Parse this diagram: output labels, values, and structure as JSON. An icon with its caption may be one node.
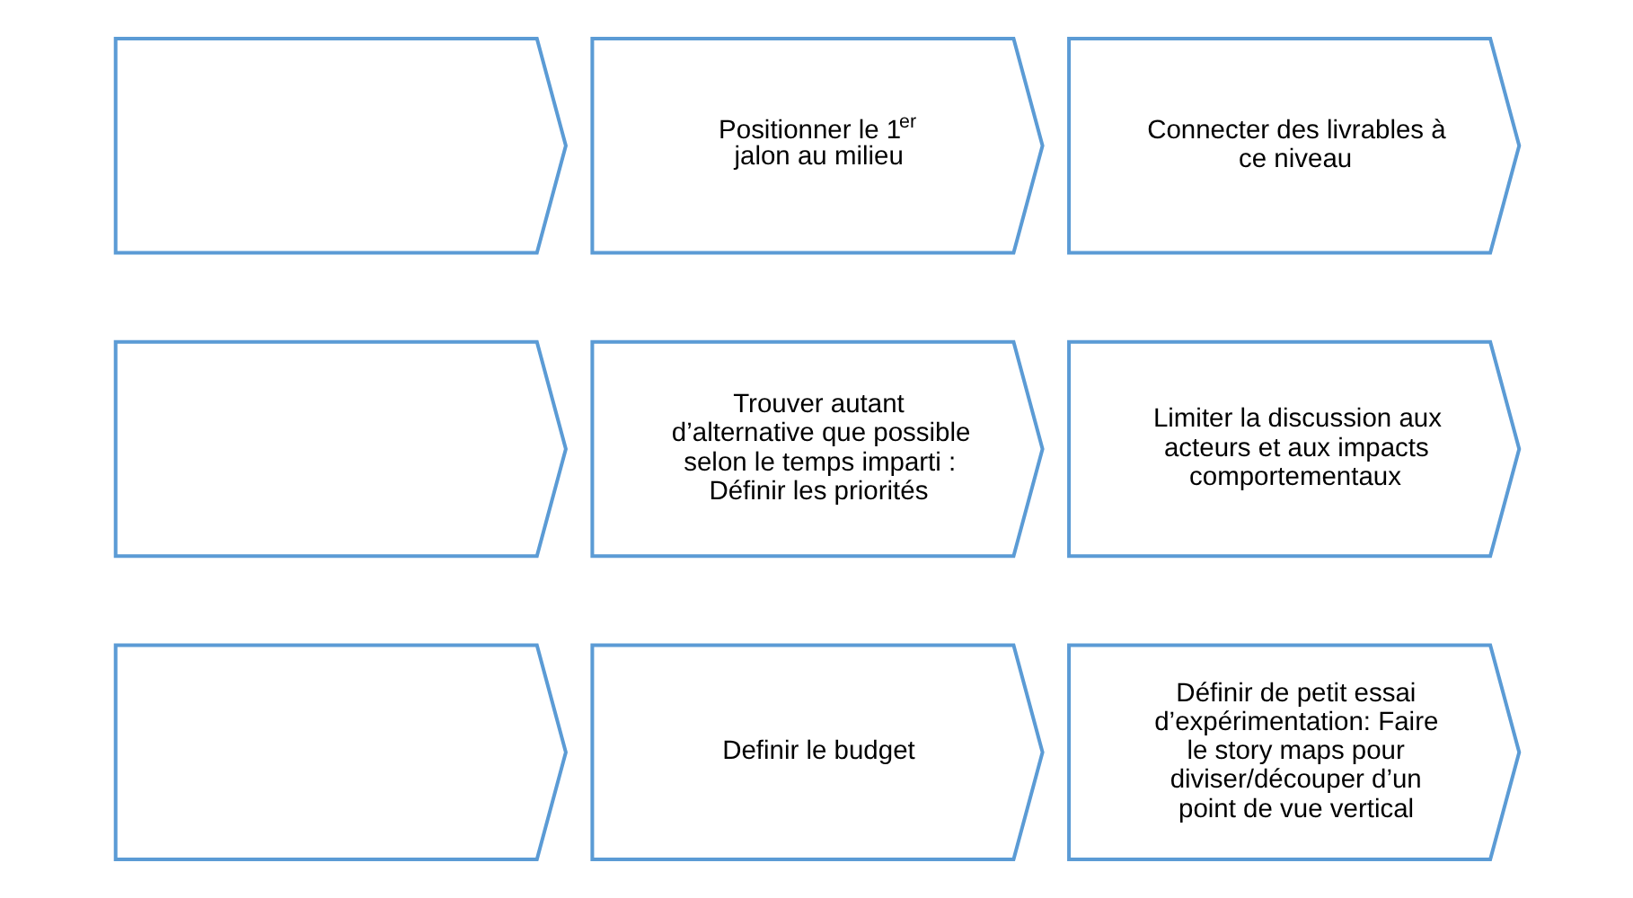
{
  "diagram": {
    "nodes": [
      {
        "text": [],
        "shape": "chevron"
      },
      {
        "text": [
          "Positionner le 1$^{er}$ jalon au milieu"
        ]
      },
      {
        "text": [
          "Connecter des livrables à ce niveau"
        ]
      },
      {
        "text": [],
        "shape": "chevron"
      },
      {
        "text": [
          "Trouver autant d’alternative que possible selon le temps imparti : Définir les priorités"
        ]
      },
      {
        "text": [
          "Limiter la discussion aux acteurs et aux impacts comportementaux"
        ]
      },
      {
        "text": [],
        "shape": "chevron"
      },
      {
        "text": [
          "Definir le budget"
        ]
      },
      {
        "text": [
          "Définir de petit essai d’expérimentation: Faire le story maps pour diviser/découper d’un point de vue vertical"
        ]
      }
    ],
    "edges": []
  }
}
